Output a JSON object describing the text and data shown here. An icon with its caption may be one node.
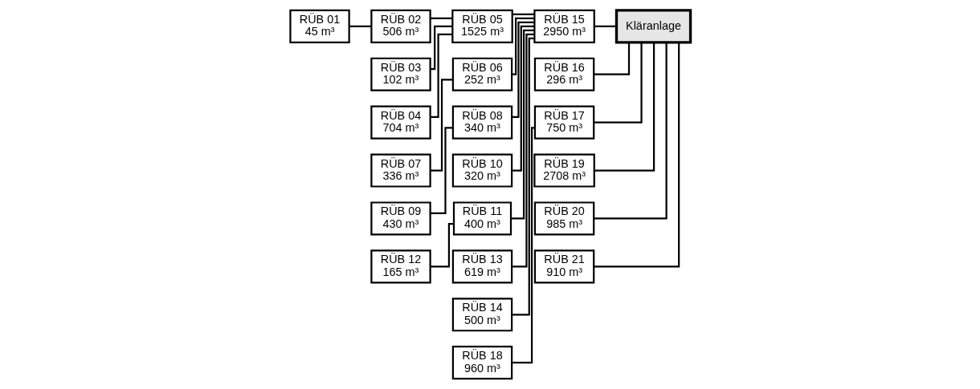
{
  "diagram": {
    "nodes": [
      {
        "text": [
          "RÜB 01",
          "45 m³"
        ]
      },
      {
        "text": [
          "RÜB 02",
          "506 m³"
        ]
      },
      {
        "text": [
          "RÜB 03",
          "102 m³"
        ]
      },
      {
        "text": [
          "RÜB 04",
          "704 m³"
        ]
      },
      {
        "text": [
          "RÜB 05",
          "1525 m³"
        ]
      },
      {
        "text": [
          "RÜB 06",
          "252 m³"
        ]
      },
      {
        "text": [
          "RÜB 07",
          "336 m³"
        ]
      },
      {
        "text": [
          "RÜB 08",
          "340 m³"
        ]
      },
      {
        "text": [
          "RÜB 09",
          "430 m³"
        ]
      },
      {
        "text": [
          "RÜB 10",
          "320 m³"
        ]
      },
      {
        "text": [
          "RÜB 11",
          "400 m³"
        ]
      },
      {
        "text": [
          "RÜB 12",
          "165 m³"
        ]
      },
      {
        "text": [
          "RÜB 13",
          "619 m³"
        ]
      },
      {
        "text": [
          "RÜB 14",
          "500 m³"
        ]
      },
      {
        "text": [
          "RÜB 15",
          "2950 m³"
        ]
      },
      {
        "text": [
          "RÜB 16",
          "296 m³"
        ]
      },
      {
        "text": [
          "RÜB 17",
          "750 m³"
        ]
      },
      {
        "text": [
          "RÜB 18",
          "960 m³"
        ]
      },
      {
        "text": [
          "RÜB 19",
          "2708 m³"
        ]
      },
      {
        "text": [
          "RÜB 20",
          "985 m³"
        ]
      },
      {
        "text": [
          "RÜB 21",
          "910 m³"
        ]
      },
      {
        "text": [
          "Kläranlage"
        ]
      }
    ],
    "edges": [
      {
        "from": 0,
        "to": 1,
        "arrow": "none"
      },
      {
        "from": 1,
        "to": 4,
        "arrow": "none"
      },
      {
        "from": 2,
        "to": 4,
        "arrow": "none"
      },
      {
        "from": 3,
        "to": 4,
        "arrow": "none"
      },
      {
        "from": 4,
        "to": 14,
        "arrow": "none"
      },
      {
        "from": 5,
        "to": 14,
        "arrow": "none"
      },
      {
        "from": 6,
        "to": 5,
        "arrow": "none"
      },
      {
        "from": 7,
        "to": 14,
        "arrow": "none"
      },
      {
        "from": 8,
        "to": 7,
        "arrow": "none"
      },
      {
        "from": 9,
        "to": 14,
        "arrow": "none"
      },
      {
        "from": 10,
        "to": 14,
        "arrow": "none"
      },
      {
        "from": 11,
        "to": 10,
        "arrow": "none"
      },
      {
        "from": 12,
        "to": 14,
        "arrow": "none"
      },
      {
        "from": 13,
        "to": 14,
        "arrow": "none"
      },
      {
        "from": 14,
        "to": 21,
        "arrow": "none"
      },
      {
        "from": 15,
        "to": 21,
        "arrow": "none"
      },
      {
        "from": 16,
        "to": 21,
        "arrow": "none"
      },
      {
        "from": 17,
        "to": 16,
        "arrow": "none"
      },
      {
        "from": 18,
        "to": 21,
        "arrow": "none"
      },
      {
        "from": 19,
        "to": 21,
        "arrow": "none"
      },
      {
        "from": 20,
        "to": 21,
        "arrow": "none"
      }
    ]
  }
}
